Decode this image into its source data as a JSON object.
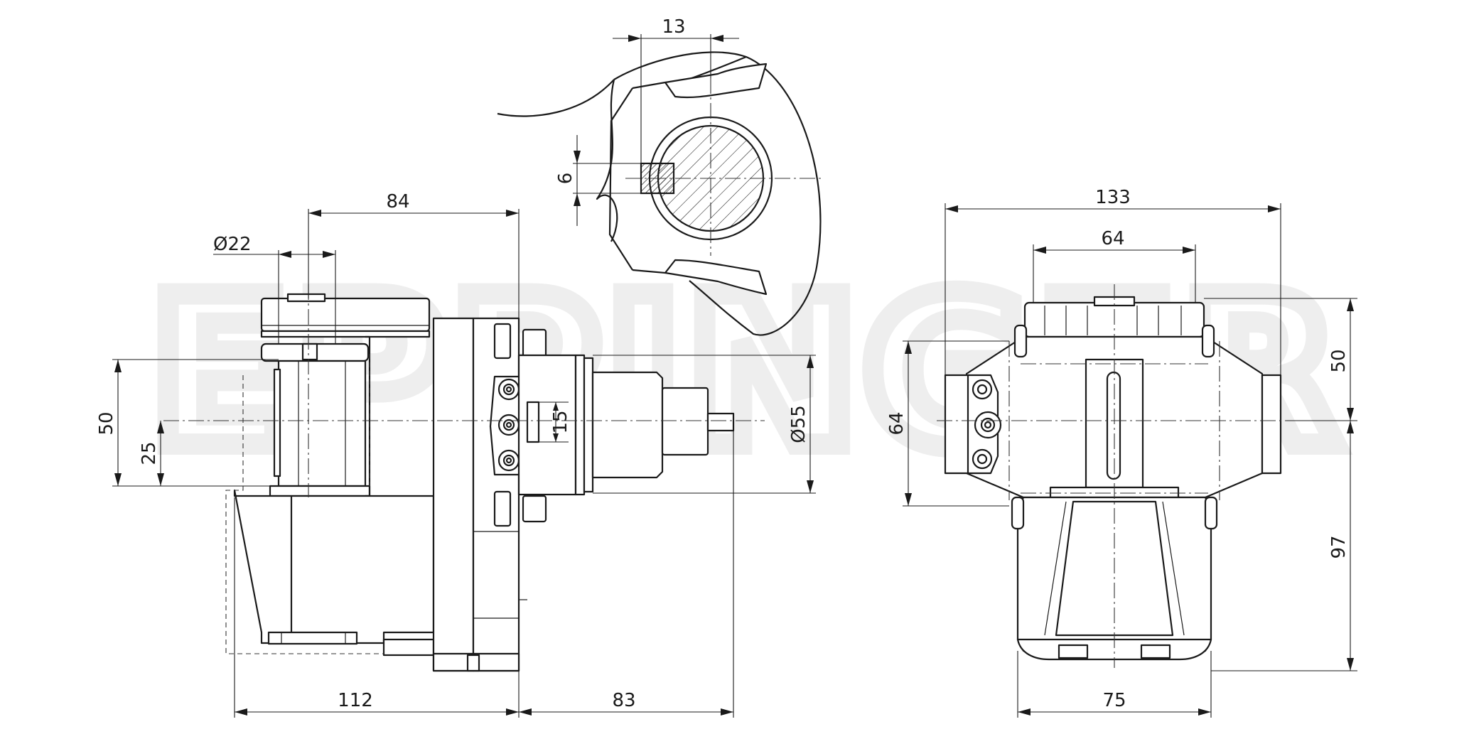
{
  "watermark": "EPPINGER",
  "dimensions": {
    "d84": "84",
    "d22": "Ø22",
    "d50_left": "50",
    "d25": "25",
    "d15": "15",
    "d55": "Ø55",
    "d112": "112",
    "d83": "83",
    "d13": "13",
    "d6": "6",
    "d133": "133",
    "d64_top": "64",
    "d64_left": "64",
    "d50_right": "50",
    "d97": "97",
    "d75": "75"
  }
}
